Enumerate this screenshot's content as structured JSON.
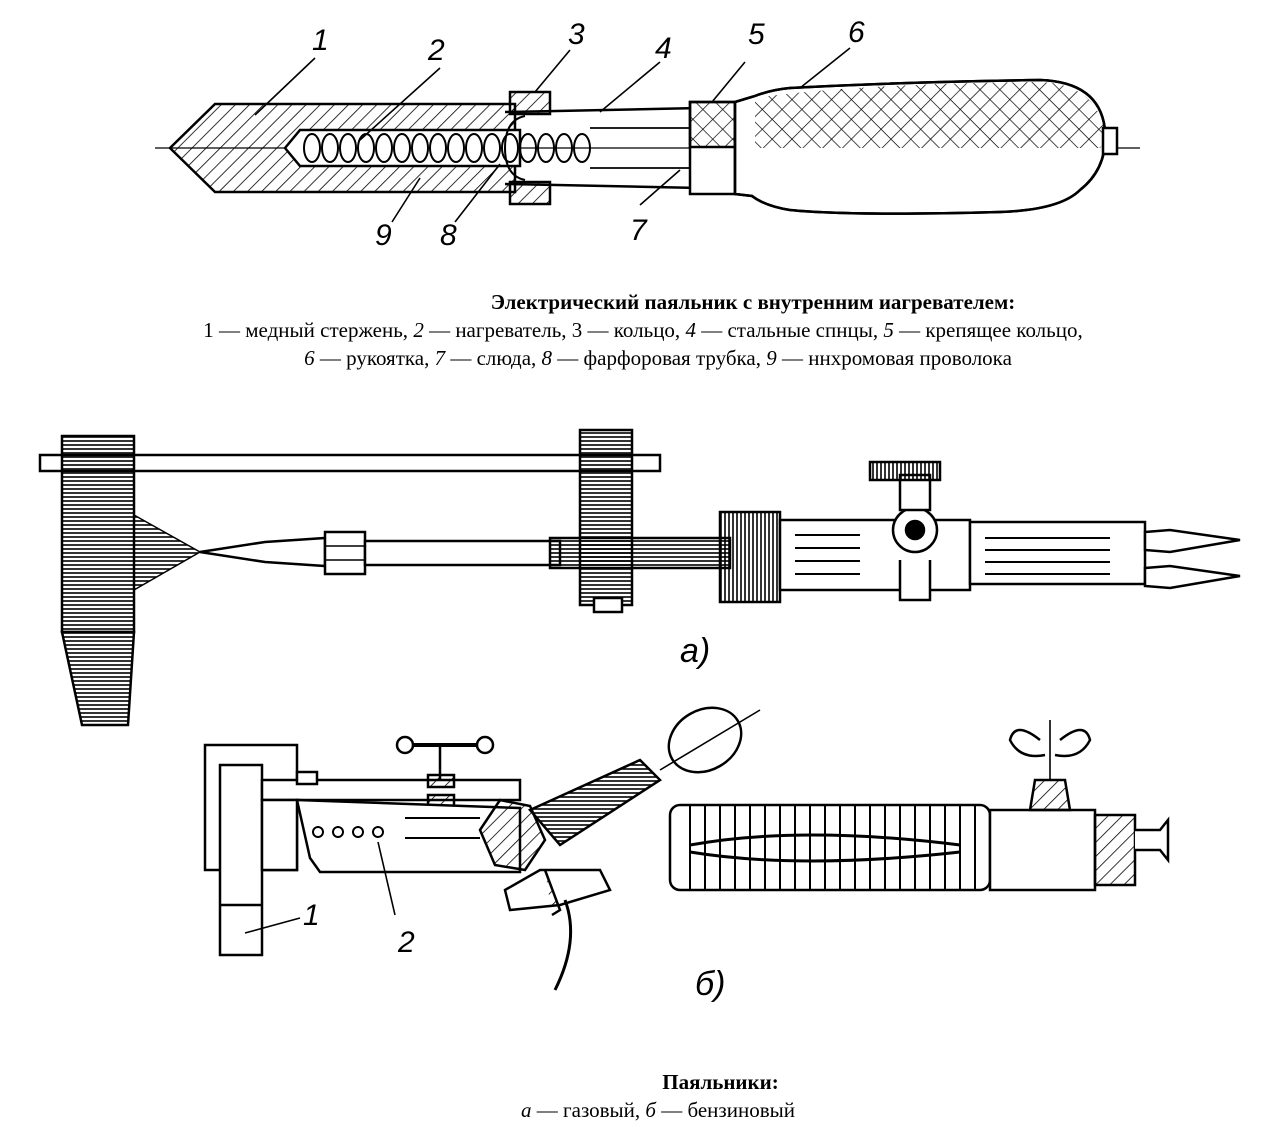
{
  "figure1": {
    "callouts": [
      "1",
      "2",
      "3",
      "4",
      "5",
      "6",
      "9",
      "8",
      "7"
    ],
    "caption_title": "Электрический паяльник с внутренним иагревателем:",
    "parts": [
      {
        "num": "1",
        "text": " — медный стержень, "
      },
      {
        "num": "2",
        "text": " — нагреватель, "
      },
      {
        "num": "3",
        "text": " — кольцо, "
      },
      {
        "num": "4",
        "text": " — стальные спнцы, "
      },
      {
        "num": "5",
        "text": " — крепящее кольцо,"
      },
      {
        "num": "6",
        "text": " — рукоятка, "
      },
      {
        "num": "7",
        "text": " — слюда, "
      },
      {
        "num": "8",
        "text": " — фарфоровая трубка, "
      },
      {
        "num": "9",
        "text": " — ннхромовая проволока"
      }
    ]
  },
  "figure2": {
    "label_a": "а)",
    "label_b": "б)",
    "callout_1": "1",
    "callout_2": "2",
    "caption_title": "Паяльники:",
    "caption_a_letter": "а",
    "caption_a_text": " — газовый, ",
    "caption_b_letter": "б",
    "caption_b_text": " — бензиновый"
  }
}
